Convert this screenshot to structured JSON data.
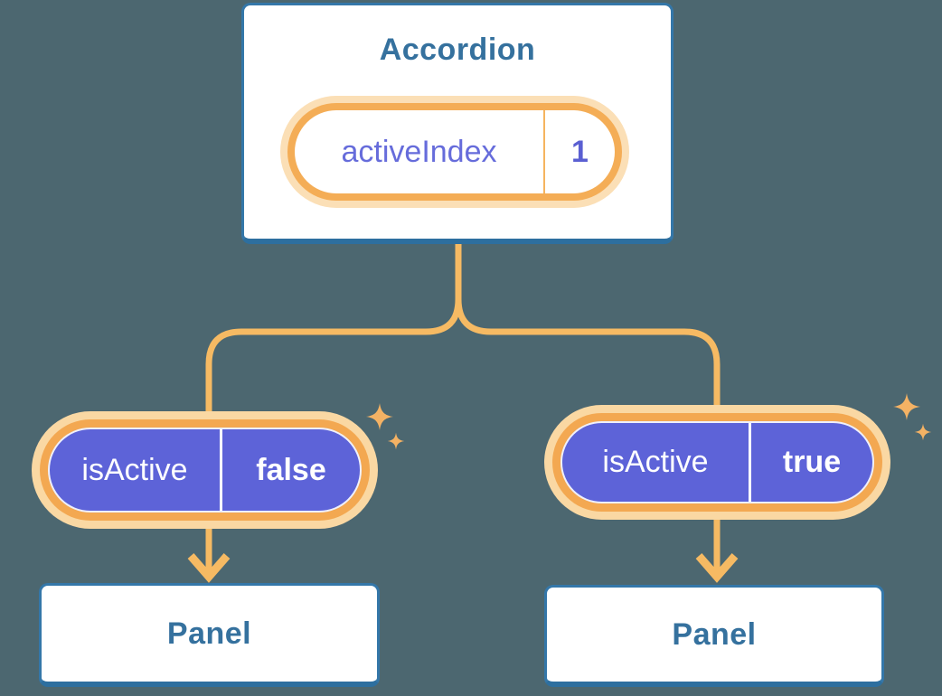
{
  "background_color": "#4C6770",
  "accordion": {
    "title": "Accordion",
    "state": {
      "name": "activeIndex",
      "value": "1"
    }
  },
  "children": [
    {
      "prop": {
        "name": "isActive",
        "value": "false"
      },
      "panel_label": "Panel"
    },
    {
      "prop": {
        "name": "isActive",
        "value": "true"
      },
      "panel_label": "Panel"
    }
  ],
  "icons": {
    "sparkle": "four-point-star",
    "arrow": "down-arrow"
  },
  "colors": {
    "background": "#4C6770",
    "card_border": "#3477A9",
    "card_border_bottom": "#2D6F9F",
    "heading_blue": "#35719E",
    "wire_orange": "#F6BA63",
    "ring_orange": "#F3A851",
    "glow_cream": "#FAD8A3",
    "pill_purple": "#5D63D8",
    "state_text_purple": "#666CDB",
    "white": "#FFFFFF"
  }
}
